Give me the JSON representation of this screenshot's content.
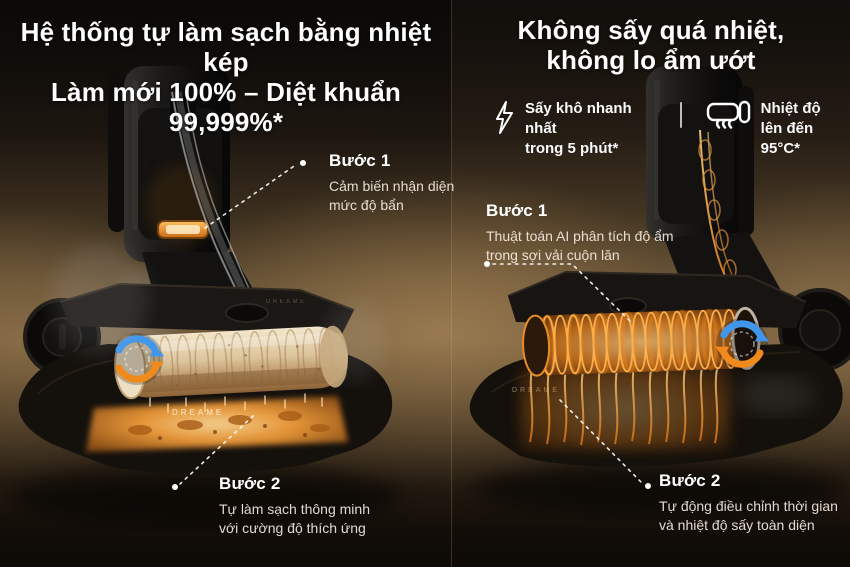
{
  "left_panel": {
    "title_line1": "Hệ thống tự làm sạch bằng nhiệt kép",
    "title_line2": "Làm mới 100% – Diệt khuẩn 99,999%*",
    "step1": {
      "label": "Bước 1",
      "desc_line1": "Cảm biến nhận diện",
      "desc_line2": "mức độ bẩn"
    },
    "step2": {
      "label": "Bước 2",
      "desc_line1": "Tự làm sạch thông minh",
      "desc_line2": "với cường độ thích ứng"
    },
    "brand": "DREAME"
  },
  "right_panel": {
    "title_line1": "Không sấy quá nhiệt,",
    "title_line2": "không lo ẩm ướt",
    "features": [
      {
        "name": "fast-dry",
        "line1": "Sấy khô nhanh nhất",
        "line2": "trong 5 phút*"
      },
      {
        "name": "max-temperature",
        "line1": "Nhiệt độ",
        "line2": "lên đến 95°C*"
      }
    ],
    "step1": {
      "label": "Bước 1",
      "desc_line1": "Thuật toán AI phân tích độ ẩm",
      "desc_line2": "trong sợi vải cuộn lăn"
    },
    "step2": {
      "label": "Bước 2",
      "desc_line1": "Tự động điều chỉnh thời gian",
      "desc_line2": "và nhiệt độ sấy toàn diện"
    },
    "brand": "DREAME"
  },
  "colors": {
    "accent_orange": "#f08a1c",
    "accent_blue": "#3f96ea",
    "glow_amber": "#f09c3a",
    "background_brown": "#6d5739",
    "text_white": "#ffffff"
  }
}
